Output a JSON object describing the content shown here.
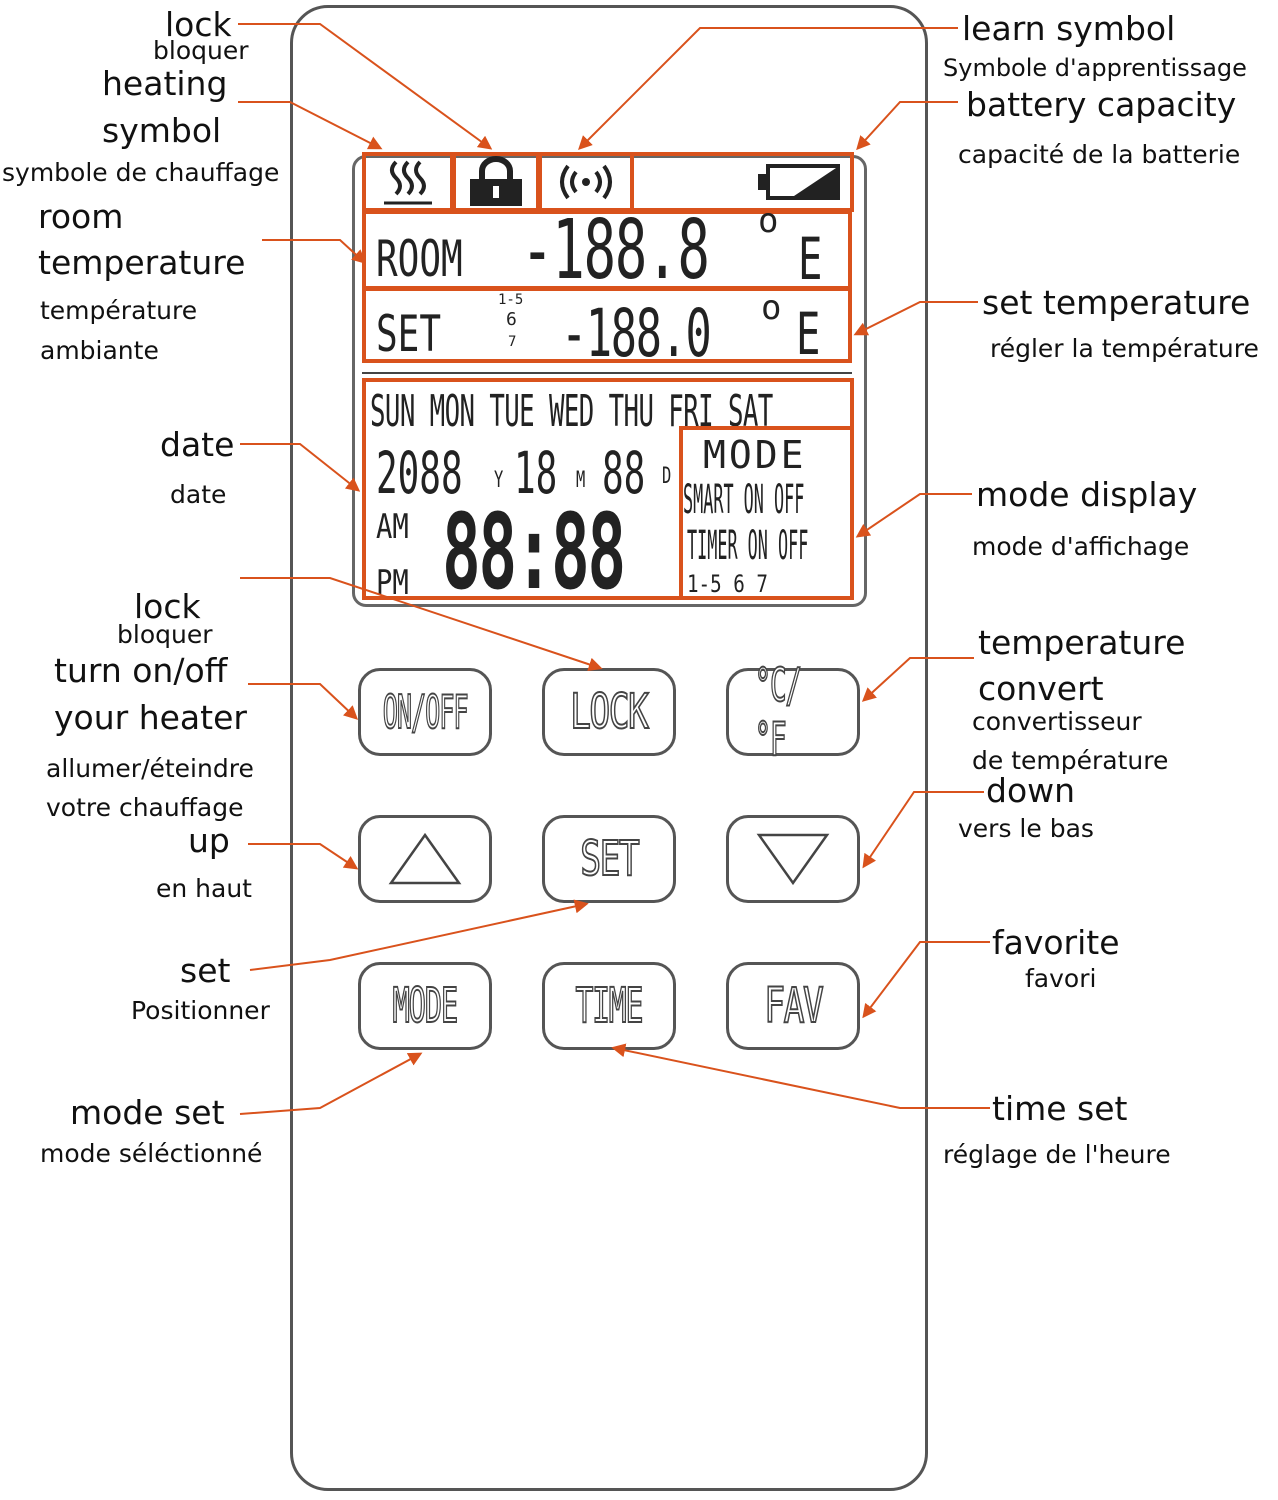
{
  "labels": {
    "lock_top": {
      "en": "lock",
      "fr": "bloquer"
    },
    "heating": {
      "en_line1": "heating",
      "en_line2": "symbol",
      "fr": "symbole de chauffage"
    },
    "room_temp": {
      "en_line1": "room",
      "en_line2": "temperature",
      "fr_line1": "température",
      "fr_line2": "ambiante"
    },
    "date": {
      "en": "date",
      "fr": "date"
    },
    "lock_mid": {
      "en": "lock",
      "fr": "bloquer"
    },
    "onoff": {
      "en_line1": "turn on/off",
      "en_line2": "your heater",
      "fr_line1": "allumer/éteindre",
      "fr_line2": "votre chauffage"
    },
    "up": {
      "en": "up",
      "fr": "en haut"
    },
    "set": {
      "en": "set",
      "fr": "Positionner"
    },
    "mode_set": {
      "en": "mode set",
      "fr": "mode séléctionné"
    },
    "learn": {
      "en": "learn symbol",
      "fr": "Symbole d'apprentissage"
    },
    "battery": {
      "en": "battery capacity",
      "fr": "capacité de la batterie"
    },
    "set_temp": {
      "en": "set temperature",
      "fr": "régler la température"
    },
    "mode_display": {
      "en": "mode display",
      "fr": "mode d'affichage"
    },
    "temp_convert": {
      "en_line1": "temperature",
      "en_line2": "convert",
      "fr_line1": "convertisseur",
      "fr_line2": "de température"
    },
    "down": {
      "en": "down",
      "fr": "vers le bas"
    },
    "favorite": {
      "en": "favorite",
      "fr": "favori"
    },
    "time_set": {
      "en": "time set",
      "fr": "réglage de l'heure"
    }
  },
  "lcd": {
    "room_label": "ROOM",
    "room_value": "-188.8",
    "unit": "E",
    "deg": "o",
    "set_label": "SET",
    "set_days": [
      "1-5",
      "6",
      "7"
    ],
    "set_value": "-188.0",
    "weekdays": [
      "SUN",
      "MON",
      "TUE",
      "WED",
      "THU",
      "FRI",
      "SAT"
    ],
    "year": "2088",
    "y": "Y",
    "month": "18",
    "m": "M",
    "day": "88",
    "d": "D",
    "am": "AM",
    "pm": "PM",
    "clock": "88:88",
    "mode_title": "MODE",
    "smart_row": "SMART ON OFF",
    "timer_row": "TIMER ON OFF",
    "days_row": "1-5  6  7"
  },
  "buttons": {
    "onoff": "ON/OFF",
    "lock": "LOCK",
    "unit": "°C/°F",
    "set": "SET",
    "mode": "MODE",
    "time": "TIME",
    "fav": "FAV"
  },
  "icons": [
    "heating-icon",
    "lock-icon",
    "learn-signal-icon",
    "battery-icon",
    "up-triangle-icon",
    "down-triangle-icon"
  ],
  "colors": {
    "accent": "#d9521c",
    "outline": "#555555"
  }
}
